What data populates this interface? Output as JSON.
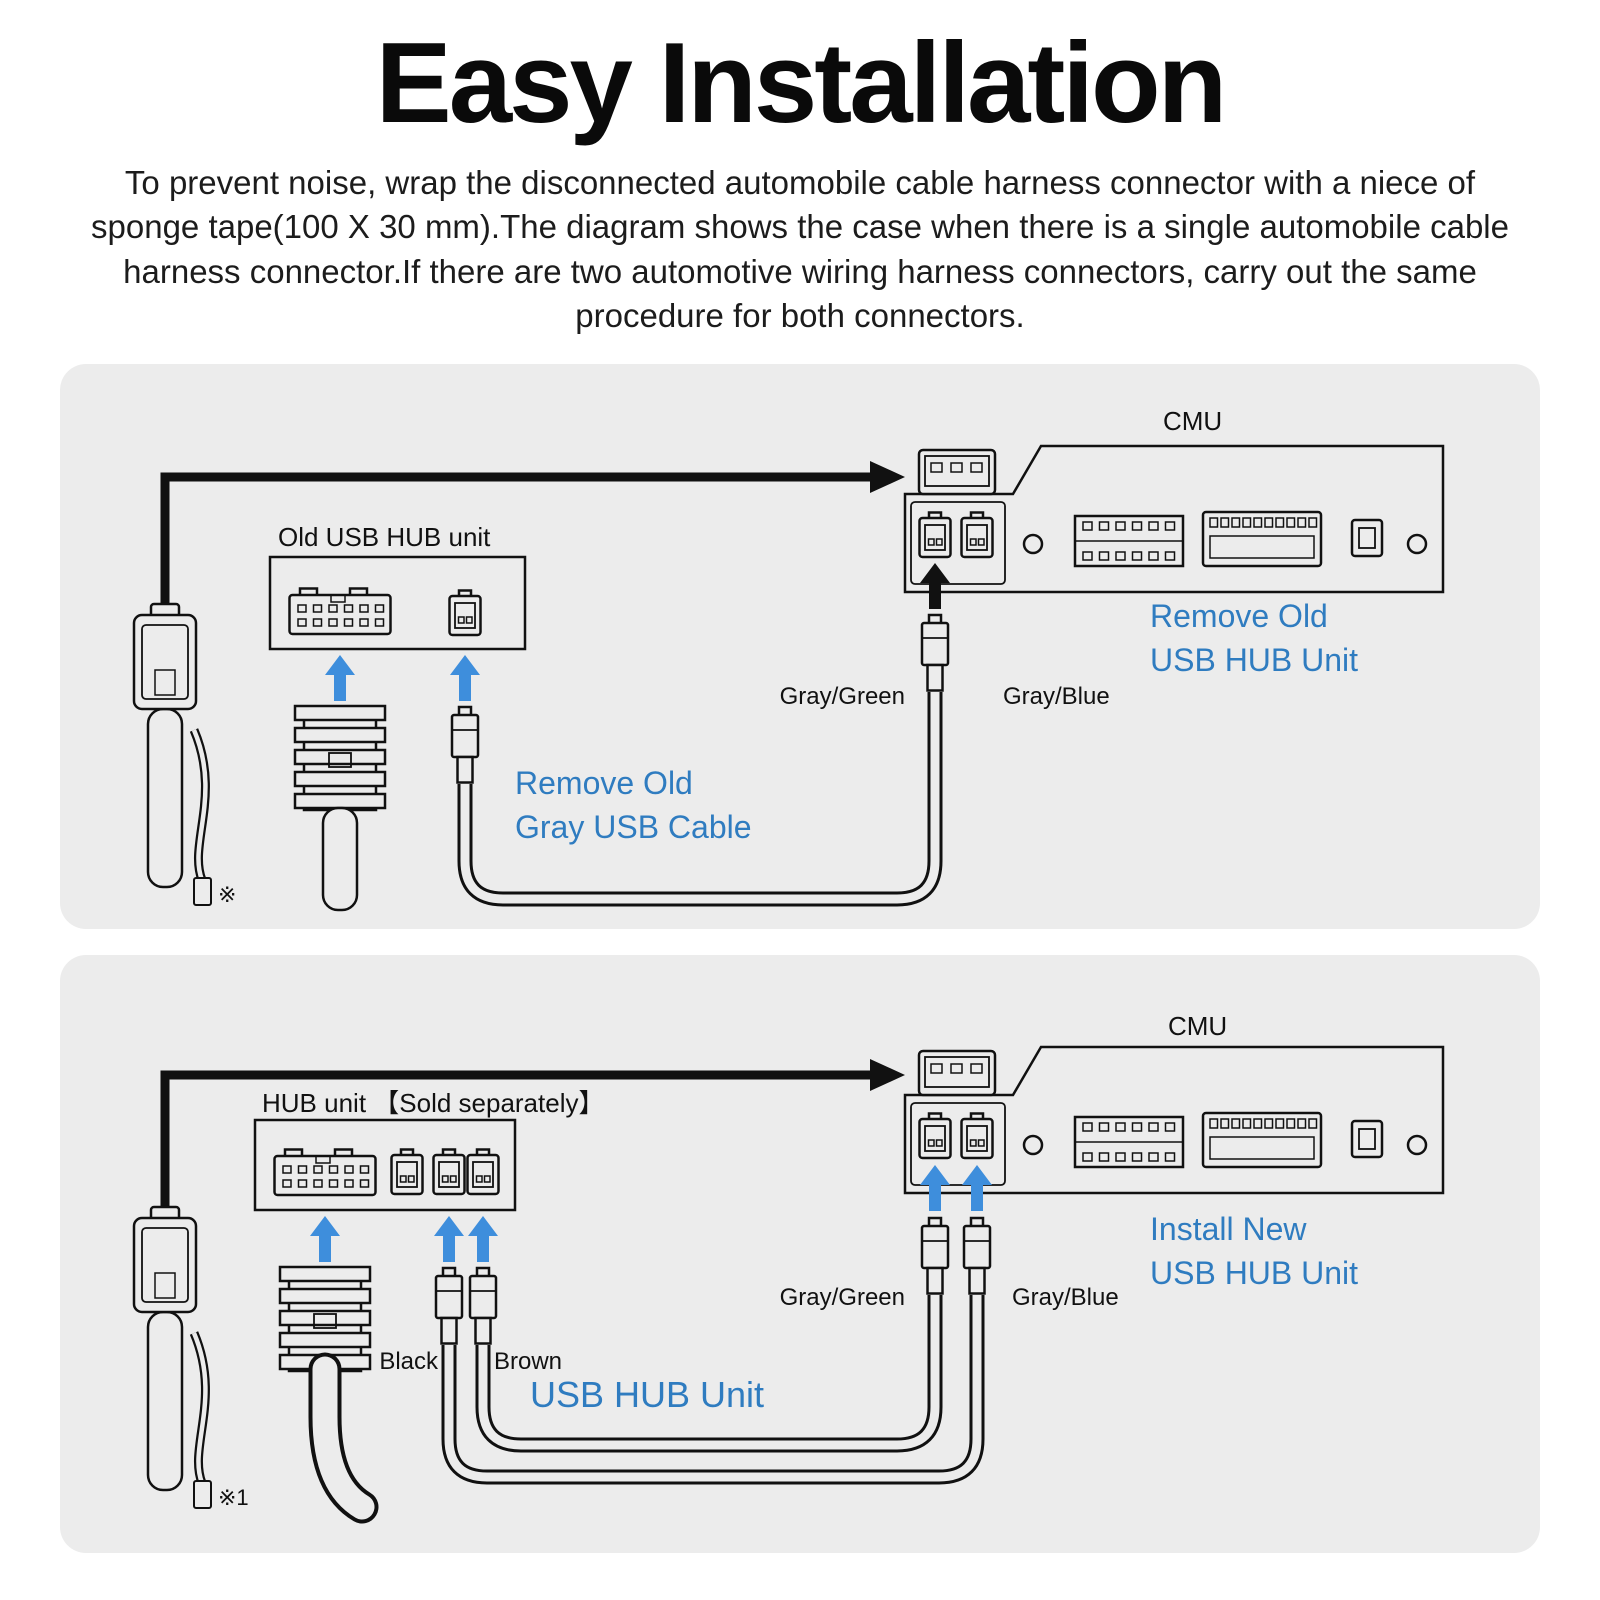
{
  "title": "Easy Installation",
  "intro": "To prevent noise, wrap the disconnected automobile cable harness connector with a niece of sponge tape(100 X 30 mm).The diagram shows the case when there is a single automobile cable harness connector.If there are two automotive wiring harness connectors, carry out the same procedure for both connectors.",
  "colors": {
    "accent_blue": "#3E8EDC",
    "instruction_blue": "#2F7CC0",
    "panel_gray": "#ECECEC",
    "line_black": "#111111"
  },
  "panel_remove": {
    "cmu_label": "CMU",
    "hub_unit_label": "Old USB HUB unit",
    "instruction_hub": {
      "line1": "Remove Old",
      "line2": "USB HUB Unit"
    },
    "instruction_cable": {
      "line1": "Remove Old",
      "line2": "Gray USB Cable"
    },
    "wire_label_left": "Gray/Green",
    "wire_label_right": "Gray/Blue",
    "footnote": "※"
  },
  "panel_install": {
    "cmu_label": "CMU",
    "hub_unit_label": "HUB unit 【Sold separately】",
    "instruction_hub": {
      "line1": "Install New",
      "line2": "USB HUB Unit"
    },
    "usb_hub_unit_label": "USB HUB Unit",
    "wire_label_left": "Gray/Green",
    "wire_label_right": "Gray/Blue",
    "plug_label_black": "Black",
    "plug_label_brown": "Brown",
    "footnote": "※1"
  }
}
